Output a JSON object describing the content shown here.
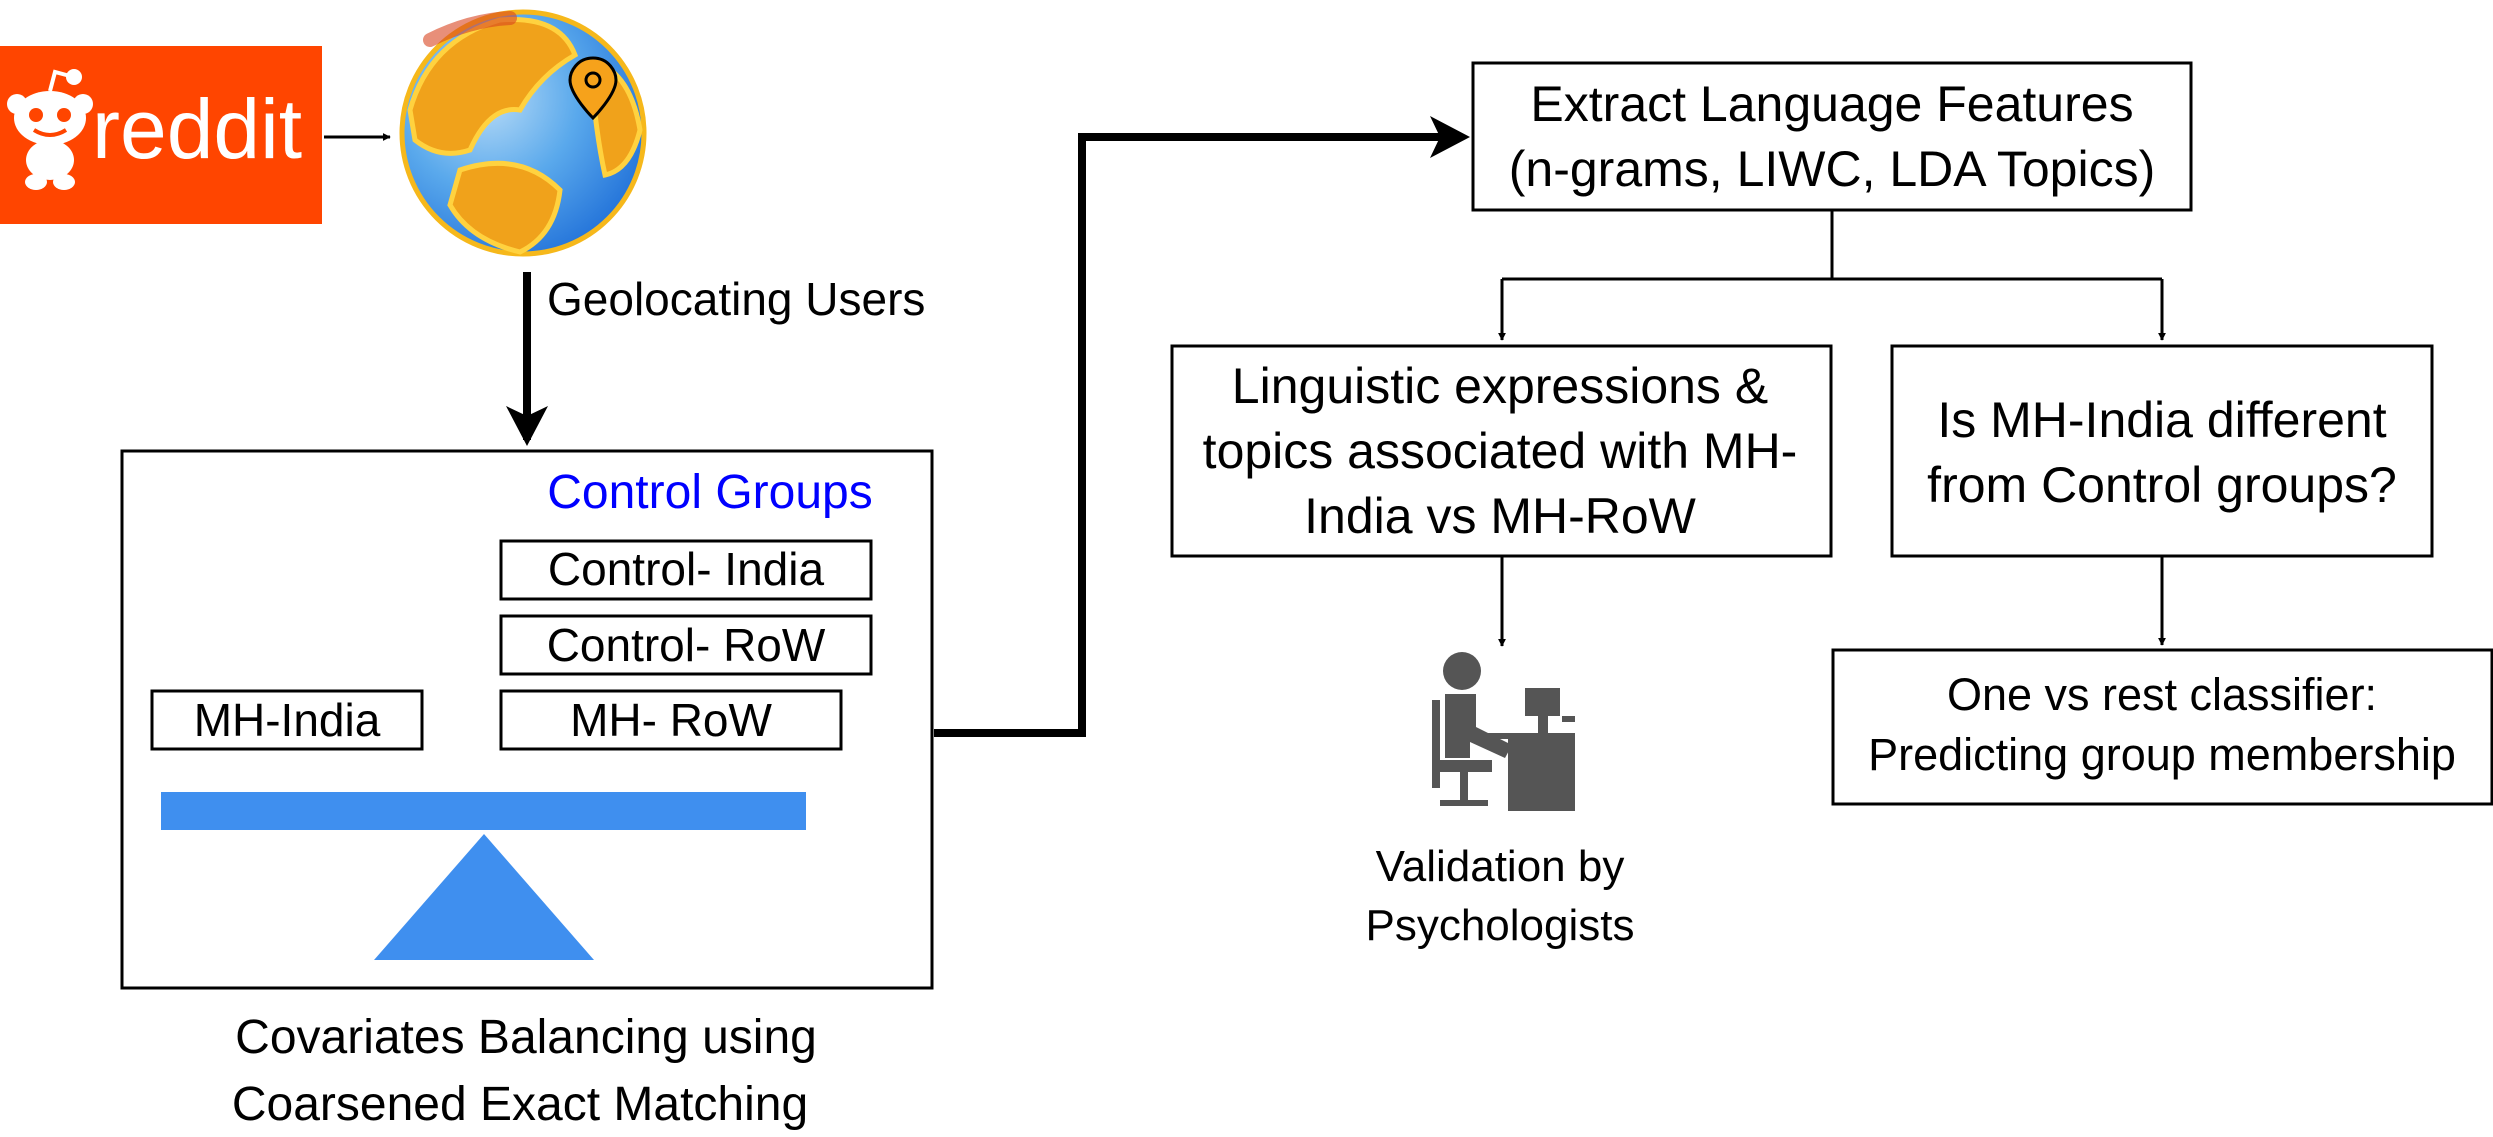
{
  "logo": {
    "text": "reddit"
  },
  "labels": {
    "geolocating": "Geolocating Users",
    "control_groups": "Control Groups",
    "balancing_line1": "Covariates Balancing using",
    "balancing_line2": "Coarsened Exact Matching",
    "validation_line1": "Validation by",
    "validation_line2": "Psychologists"
  },
  "groups": {
    "control_india": "Control- India",
    "control_row": "Control- RoW",
    "mh_row": "MH- RoW",
    "mh_india": "MH-India"
  },
  "boxes": {
    "extract_line1": "Extract Language Features",
    "extract_line2": "(n-grams, LIWC, LDA Topics)",
    "linguistic_line1": "Linguistic expressions &",
    "linguistic_line2": "topics associated with MH-",
    "linguistic_line3": "India vs MH-RoW",
    "different_line1": "Is MH-India different",
    "different_line2": "from Control groups?",
    "classifier_line1": "One vs rest classifier:",
    "classifier_line2": "Predicting group membership"
  },
  "colors": {
    "reddit_orange": "#ff4500",
    "control_groups_text": "#0000ff",
    "seesaw_blue": "#3f8fef"
  },
  "icons": [
    "reddit-alien-icon",
    "globe-icon",
    "location-pin-icon",
    "person-at-computer-icon"
  ]
}
